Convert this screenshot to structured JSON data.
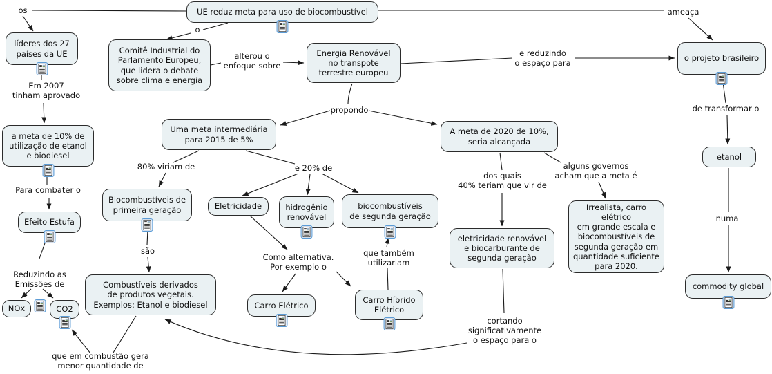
{
  "diagram": {
    "type": "concept-map",
    "focus_question": "UE reduz meta para uso de biocombustível",
    "language": "pt-BR"
  },
  "colors": {
    "background": "#ffffff",
    "node_fill": "#eaf1f3",
    "node_border": "#2b2b2b",
    "line": "#1a1a1a",
    "resource_icon_frame": "#5b9bd5"
  },
  "nodes": {
    "ue_reduz": {
      "label": "UE reduz meta para uso de biocombustível",
      "has_resource": true
    },
    "lideres": {
      "label": "líderes dos 27\npaíses da UE",
      "has_resource": true
    },
    "meta_10": {
      "label": "a meta de 10% de\nutilização de etanol\ne biodiesel",
      "has_resource": true
    },
    "efeito_estufa": {
      "label": "Efeito Estufa",
      "has_resource": true
    },
    "nox": {
      "label": "NOx",
      "has_resource": false
    },
    "co2": {
      "label": "CO2",
      "has_resource": true
    },
    "comite": {
      "label": "Comitê Industrial do\nParlamento Europeu,\nque lidera o debate\nsobre clima e energia",
      "has_resource": false
    },
    "energia_renovavel": {
      "label": "Energia Renovável\nno transpote\nterrestre europeu",
      "has_resource": false
    },
    "meta_intermediaria": {
      "label": "Uma meta intermediária\npara 2015 de 5%",
      "has_resource": false
    },
    "bio_primeira": {
      "label": "Biocombustíveis de\nprimeira geração",
      "has_resource": true
    },
    "combustiveis_vegetais": {
      "label": "Combustíveis derivados\nde produtos vegetais.\nExemplos: Etanol e biodiesel",
      "has_resource": false
    },
    "eletricidade": {
      "label": "Eletricidade",
      "has_resource": false
    },
    "hidrogenio": {
      "label": "hidrogênio\nrenovável",
      "has_resource": true
    },
    "bio_segunda": {
      "label": "biocombustíveis\nde segunda geração",
      "has_resource": true
    },
    "carro_eletrico": {
      "label": "Carro Elétrico",
      "has_resource": true
    },
    "carro_hibrido": {
      "label": "Carro Híbrido\nElétrico",
      "has_resource": true
    },
    "meta_2020": {
      "label": "A meta de 2020 de 10%,\nseria alcançada",
      "has_resource": false
    },
    "eletricidade_renovavel": {
      "label": "eletricidade renovável\ne biocarburante de\nsegunda geração",
      "has_resource": false
    },
    "irrealista": {
      "label": "Irrealista, carro elétrico\nem grande escala e\nbiocombustíveis de\nsegunda geração em\nquantidade suficiente\npara 2020.",
      "has_resource": false
    },
    "projeto_brasileiro": {
      "label": "o projeto brasileiro",
      "has_resource": true
    },
    "etanol": {
      "label": "etanol",
      "has_resource": false
    },
    "commodity": {
      "label": "commodity global",
      "has_resource": true
    }
  },
  "links": {
    "os": "os",
    "o": "o",
    "em_2007": "Em 2007\ntinham aprovado",
    "para_combater": "Para combater o",
    "reduzindo": "Reduzindo as\nEmissões de",
    "que_combustao": "que em combustão gera\nmenor quantidade de",
    "alterou": "alterou o\nenfoque sobre",
    "ameaca": "ameaça",
    "e_reduzindo": "e reduzindo\no espaço para",
    "propondo": "propondo",
    "viriam_80": "80% viriam de",
    "e_20": "e 20% de",
    "sao": "são",
    "como_alternativa": "Como alternativa.\nPor exemplo o",
    "que_tambem": "que também\nutilizariam",
    "dos_quais": "dos quais\n40% teriam que vir de",
    "alguns_governos": "alguns governos\nacham que a meta é",
    "cortando": "cortando\nsignificativamente\no espaço para o",
    "de_transformar": "de transformar o",
    "numa": "numa"
  }
}
